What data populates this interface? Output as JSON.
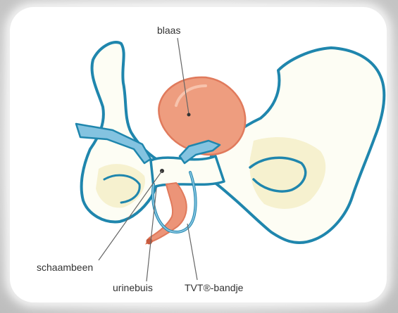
{
  "labels": {
    "bladder": "blaas",
    "pubic_bone": "schaambeen",
    "urethra": "urinebuis",
    "tape": "TVT®-bandje"
  },
  "colors": {
    "outline": "#1f86ad",
    "bone_fill": "#fdfdf4",
    "bone_shade": "#f6f1cf",
    "bladder": "#ee9d7f",
    "bladder_outline": "#e07a5c",
    "tape": "#84c3e0",
    "leader": "#666666"
  }
}
